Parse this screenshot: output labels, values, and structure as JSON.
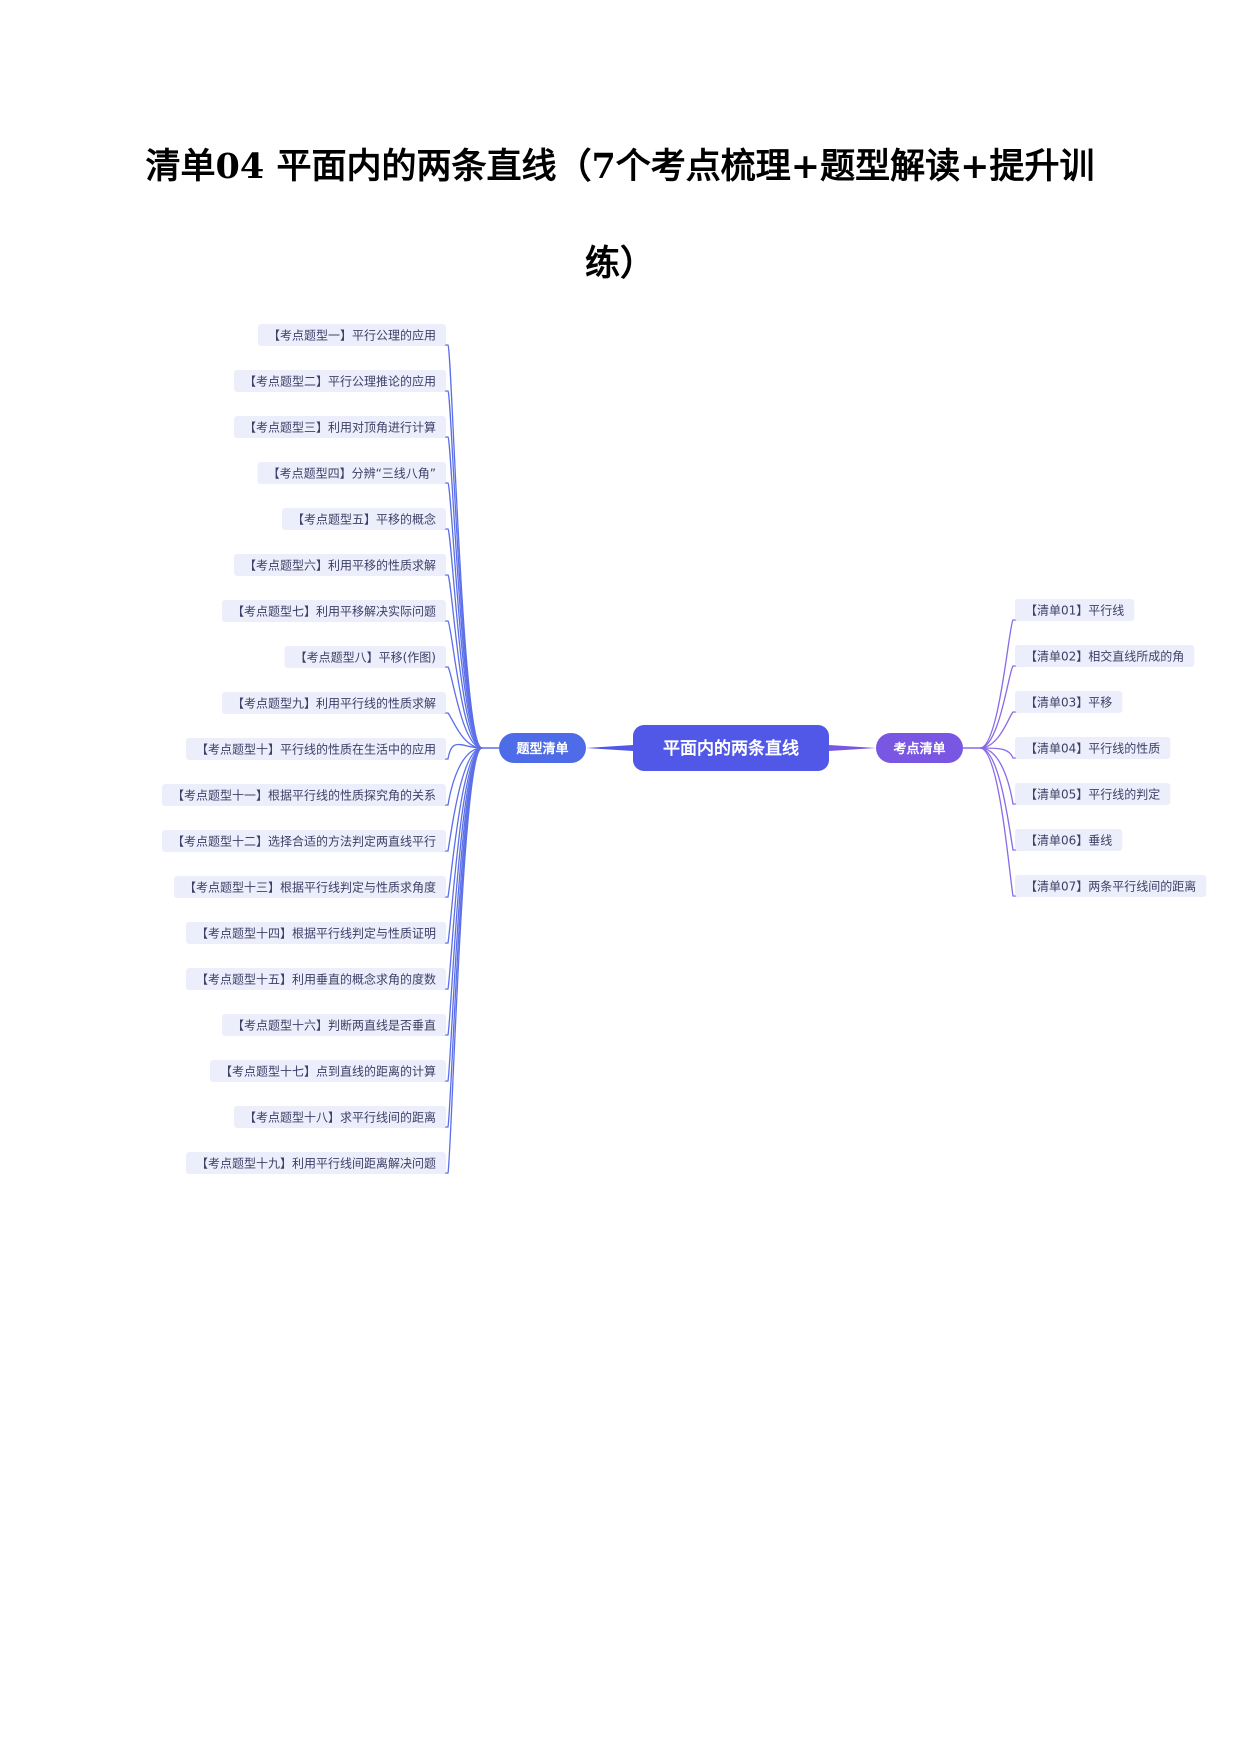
{
  "document": {
    "title": "清单04  平面内的两条直线（7个考点梳理+题型解读+提升训练）"
  },
  "mindmap": {
    "center": "平面内的两条直线",
    "left_branch": {
      "label": "题型清单",
      "items": [
        "【考点题型一】平行公理的应用",
        "【考点题型二】平行公理推论的应用",
        "【考点题型三】利用对顶角进行计算",
        "【考点题型四】分辨“三线八角”",
        "【考点题型五】平移的概念",
        "【考点题型六】利用平移的性质求解",
        "【考点题型七】利用平移解决实际问题",
        "【考点题型八】平移(作图)",
        "【考点题型九】利用平行线的性质求解",
        "【考点题型十】平行线的性质在生活中的应用",
        "【考点题型十一】根据平行线的性质探究角的关系",
        "【考点题型十二】选择合适的方法判定两直线平行",
        "【考点题型十三】根据平行线判定与性质求角度",
        "【考点题型十四】根据平行线判定与性质证明",
        "【考点题型十五】利用垂直的概念求角的度数",
        "【考点题型十六】判断两直线是否垂直",
        "【考点题型十七】点到直线的距离的计算",
        "【考点题型十八】求平行线间的距离",
        "【考点题型十九】利用平行线间距离解决问题"
      ]
    },
    "right_branch": {
      "label": "考点清单",
      "items": [
        "【清单01】平行线",
        "【清单02】相交直线所成的角",
        "【清单03】平移",
        "【清单04】平行线的性质",
        "【清单05】平行线的判定",
        "【清单06】垂线",
        "【清单07】两条平行线间的距离"
      ]
    },
    "colors": {
      "center_fill": "#5157e6",
      "left_branch_fill": "#4f6ce8",
      "right_branch_fill": "#7a57e2",
      "left_line": "#5b6fe8",
      "right_line": "#8a6ae6",
      "leaf_fill": "#eceefb",
      "leaf_text": "#3c3f66"
    }
  }
}
